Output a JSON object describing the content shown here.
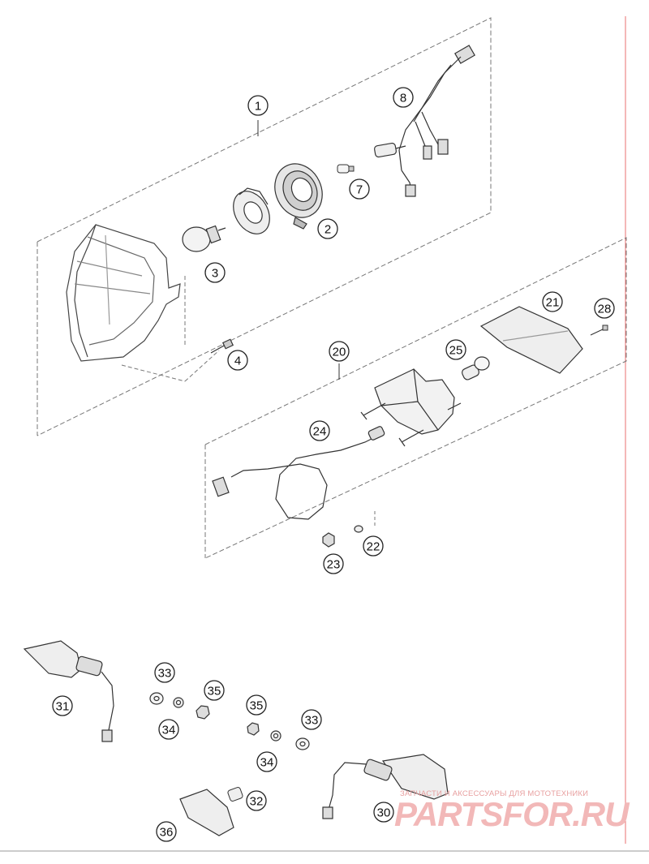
{
  "diagram": {
    "callouts": [
      {
        "id": "c1",
        "label": "1"
      },
      {
        "id": "c2",
        "label": "2"
      },
      {
        "id": "c3",
        "label": "3"
      },
      {
        "id": "c4",
        "label": "4"
      },
      {
        "id": "c7",
        "label": "7"
      },
      {
        "id": "c8",
        "label": "8"
      },
      {
        "id": "c20",
        "label": "20"
      },
      {
        "id": "c21",
        "label": "21"
      },
      {
        "id": "c22",
        "label": "22"
      },
      {
        "id": "c23",
        "label": "23"
      },
      {
        "id": "c24",
        "label": "24"
      },
      {
        "id": "c25",
        "label": "25"
      },
      {
        "id": "c28",
        "label": "28"
      },
      {
        "id": "c30",
        "label": "30"
      },
      {
        "id": "c31",
        "label": "31"
      },
      {
        "id": "c32",
        "label": "32"
      },
      {
        "id": "c33a",
        "label": "33"
      },
      {
        "id": "c33b",
        "label": "33"
      },
      {
        "id": "c34a",
        "label": "34"
      },
      {
        "id": "c34b",
        "label": "34"
      },
      {
        "id": "c35a",
        "label": "35"
      },
      {
        "id": "c35b",
        "label": "35"
      },
      {
        "id": "c36",
        "label": "36"
      }
    ]
  },
  "watermark": {
    "tagline": "ЗАПЧАСТИ И АКСЕССУАРЫ ДЛЯ МОТОТЕХНИКИ",
    "brand": "PARTSFOR.RU",
    "color": "#e8a0a0"
  }
}
